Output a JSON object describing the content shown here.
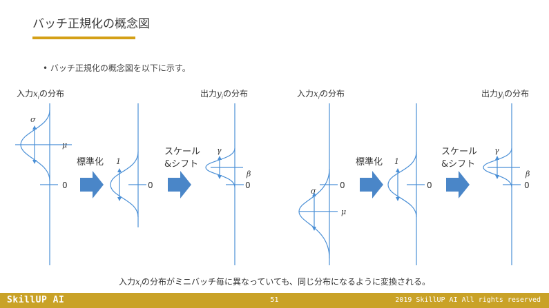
{
  "slide": {
    "title": "バッチ正規化の概念図",
    "bullet": "バッチ正規化の概念図を以下に示す。",
    "caption_parts": [
      "入力",
      "x",
      "i",
      "の分布がミニバッチ毎に異なっていても、同じ分布になるように変換される。"
    ]
  },
  "labels": {
    "input_prefix": "入力",
    "output_prefix": "出力",
    "suffix": "の分布",
    "x": "x",
    "y": "y",
    "i": "i",
    "standardize": "標準化",
    "scale_line1": "スケール",
    "scale_line2": "&シフト",
    "sigma": "σ",
    "mu": "μ",
    "gamma": "γ",
    "beta": "β",
    "zero": "0",
    "one": "1"
  },
  "footer": {
    "brand": "SkillUP AI",
    "page": "51",
    "copyright": "2019 SkillUP AI All rights reserved"
  },
  "colors": {
    "line": "#4a8fd6",
    "arrow": "#4a86c8",
    "accent": "#d4a017",
    "footer_bg": "#c9a227"
  }
}
